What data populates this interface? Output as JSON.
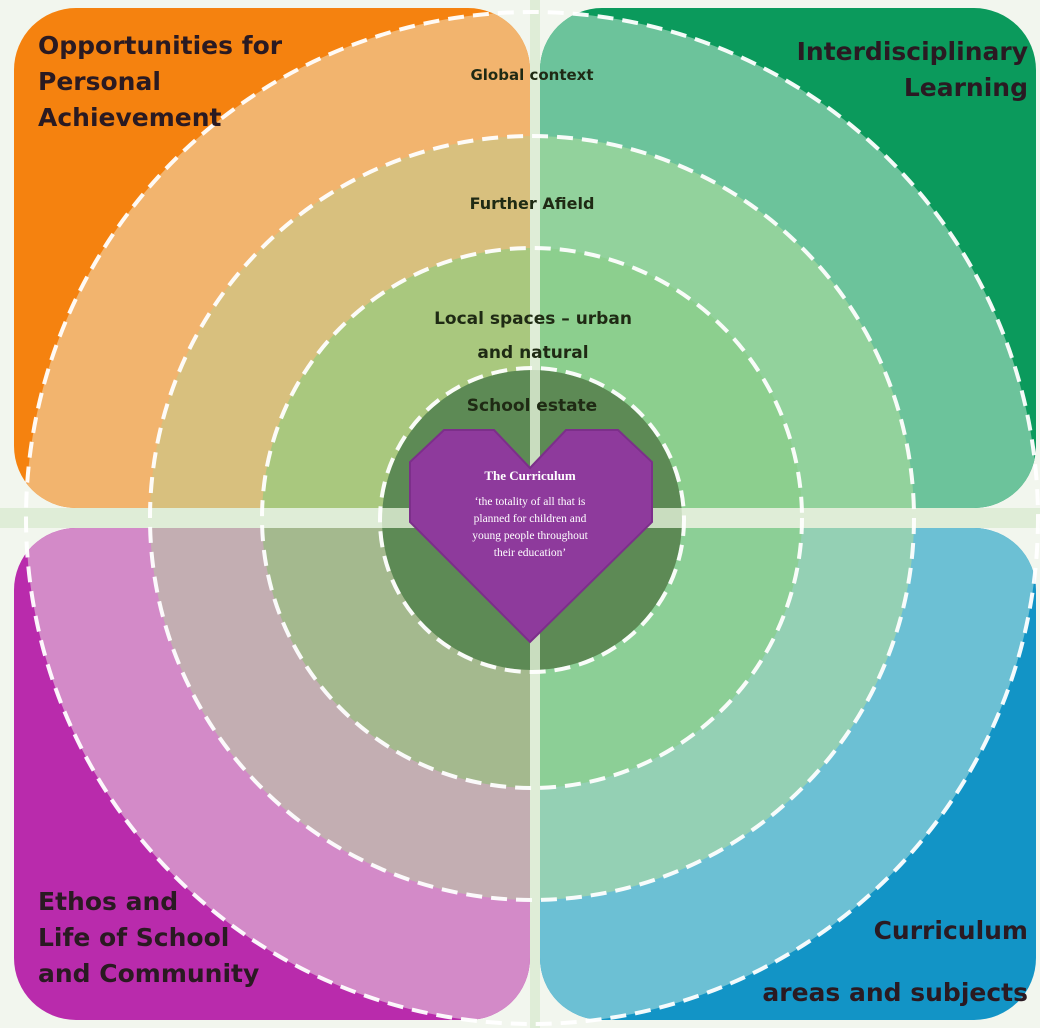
{
  "quadrants": {
    "top_left": {
      "lines": [
        "Opportunities for",
        "Personal",
        "Achievement"
      ],
      "color": "#f5820f",
      "light": "#f2b46e"
    },
    "top_right": {
      "lines": [
        "Interdisciplinary",
        "Learning"
      ],
      "color": "#0b9a5c",
      "light": "#6cc39b"
    },
    "bottom_left": {
      "lines": [
        "Ethos and",
        "Life of School",
        "and Community"
      ],
      "color": "#b92bac",
      "light": "#d38ac8"
    },
    "bottom_right": {
      "lines": [
        "Curriculum",
        "areas and subjects"
      ],
      "color": "#1294c6",
      "light": "#6cc0d4"
    }
  },
  "rings": {
    "global": "Global context",
    "further": "Further Afield",
    "local": [
      "Local spaces – urban",
      "and natural"
    ],
    "school": "School estate"
  },
  "heart": {
    "title": "The Curriculum",
    "quote": [
      "‘the totality of all that is",
      "planned for children and",
      "young people throughout",
      "their education’"
    ],
    "color": "#8e3a9c"
  },
  "colors": {
    "ring_dash": "#ffffff",
    "center_disc": "#5d8a55"
  }
}
